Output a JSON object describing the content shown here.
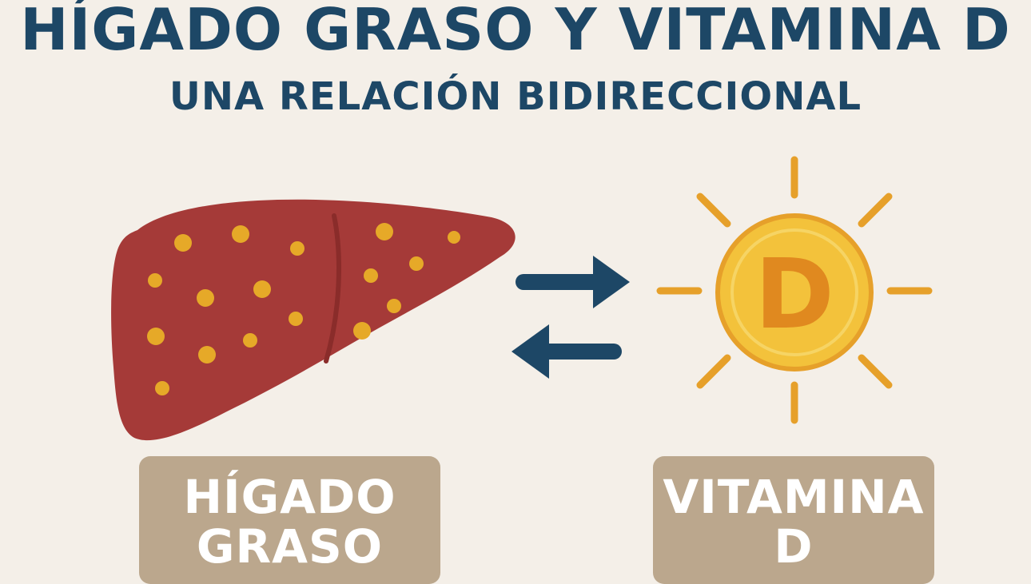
{
  "title": "HÍGADO GRASO Y VITAMINA D",
  "subtitle": "UNA RELACIÓN BIDIRECCIONAL",
  "labels": {
    "liver": {
      "line1": "HÍGADO",
      "line2": "GRASO"
    },
    "vitamin_d": {
      "line1": "VITAMINA",
      "line2": "D"
    }
  },
  "sun_letter": "D",
  "icons": {
    "liver": "fatty-liver-illustration",
    "sun": "vitamin-d-sun",
    "arrow_right": "arrow-right-icon",
    "arrow_left": "arrow-left-icon"
  },
  "colors": {
    "background": "#f4efe8",
    "title": "#1d4766",
    "liver": "#a53a38",
    "liver_dark": "#8a2c2a",
    "fat_dots": "#e6a928",
    "arrows": "#1d4766",
    "sun": "#f3c23b",
    "sun_rays": "#e6a02a",
    "sun_letter": "#e0891f",
    "label_box": "#bba78d"
  }
}
